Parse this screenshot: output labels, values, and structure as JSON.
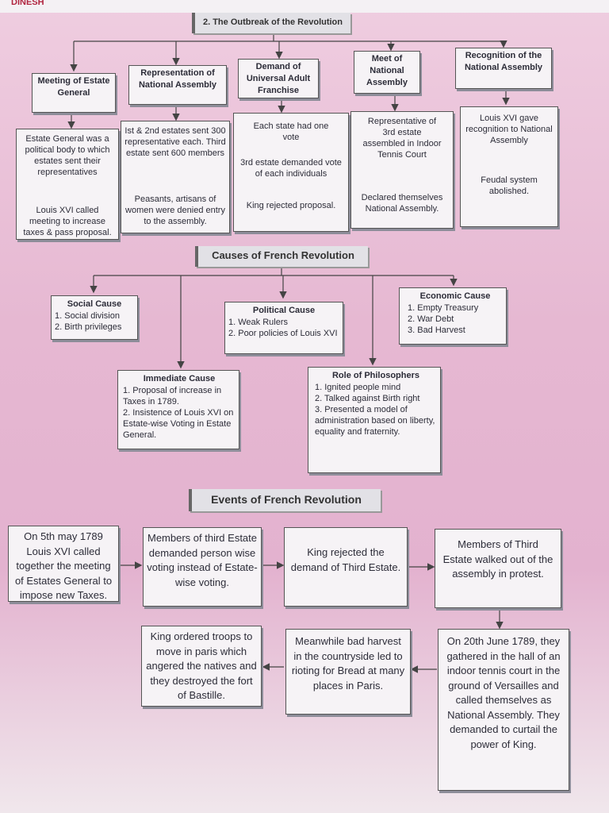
{
  "page_header": "DINESH",
  "outbreak": {
    "title": "2. The Outbreak of the Revolution",
    "columns": [
      {
        "header": "Meeting of Estate General",
        "line1": "Estate General was a political body to which estates sent their representatives",
        "line2": "Louis XVI called meeting to increase taxes & pass proposal."
      },
      {
        "header": "Representation of National Assembly",
        "line1": "Ist & 2nd estates sent 300 representative each. Third estate sent 600 members",
        "line2": "Peasants, artisans of women were denied entry to the assembly."
      },
      {
        "header": "Demand of Universal Adult Franchise",
        "line1": "Each state had one vote",
        "line1b": "3rd estate demanded vote of each individuals",
        "line2": "King rejected proposal."
      },
      {
        "header": "Meet of National Assembly",
        "line1": "Representative of 3rd estate assembled in Indoor Tennis Court",
        "line2": "Declared themselves National Assembly."
      },
      {
        "header": "Recognition of the National Assembly",
        "line1": "Louis XVI gave recognition to National Assembly",
        "line2": "Feudal system abolished."
      }
    ]
  },
  "causes": {
    "title": "Causes of French Revolution",
    "social": {
      "title": "Social Cause",
      "items": [
        "1. Social division",
        "2. Birth privileges"
      ]
    },
    "political": {
      "title": "Political Cause",
      "items": [
        "1. Weak Rulers",
        "2. Poor policies of Louis XVI"
      ]
    },
    "economic": {
      "title": "Economic Cause",
      "items": [
        "1. Empty Treasury",
        "2. War Debt",
        "3. Bad Harvest"
      ]
    },
    "immediate": {
      "title": "Immediate Cause",
      "items": [
        "1. Proposal of increase in Taxes in 1789.",
        "2. Insistence of Louis XVI on Estate-wise Voting in Estate General."
      ]
    },
    "philosophers": {
      "title": "Role of Philosophers",
      "items": [
        "1. Ignited people mind",
        "2. Talked against Birth right",
        "3. Presented a model of administration based on liberty, equality and fraternity."
      ]
    }
  },
  "events": {
    "title": "Events of French Revolution",
    "steps": [
      "On 5th may 1789 Louis XVI called together the meeting of Estates General to impose new Taxes.",
      "Members of third Estate demanded person wise voting instead of Estate-wise voting.",
      "King rejected the demand of Third Estate.",
      "Members of Third Estate walked out of the assembly in protest.",
      "On 20th June 1789, they gathered in the hall of an indoor tennis court in the ground of Versailles and called themselves as National Assembly. They demanded to curtail the power of King.",
      "Meanwhile bad harvest in the countryside led to rioting for Bread at many places in Paris.",
      "King ordered troops to move in paris which angered the natives and they destroyed the fort of Bastille."
    ]
  }
}
